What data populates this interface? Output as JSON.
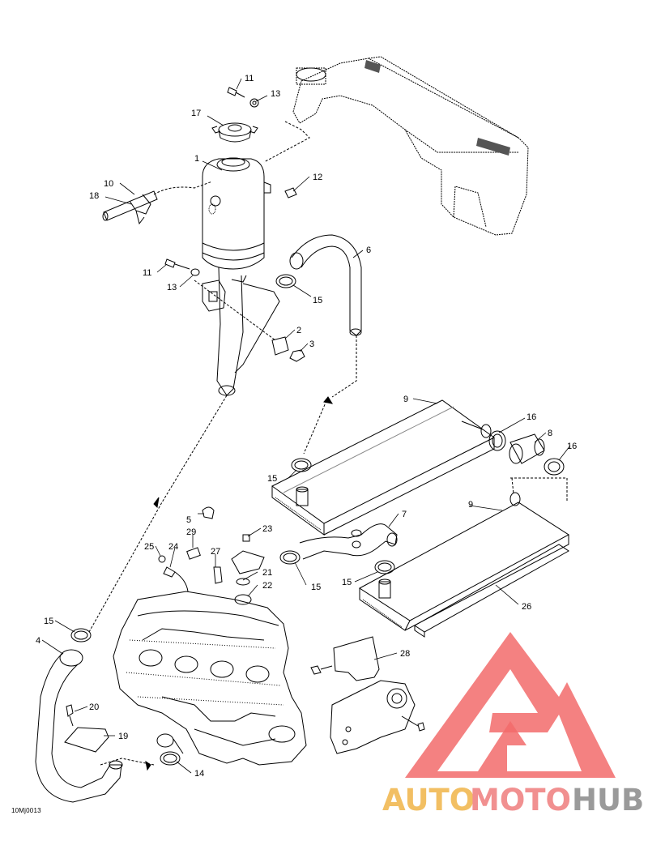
{
  "callouts": {
    "c11a": "11",
    "c13a": "13",
    "c17": "17",
    "c1": "1",
    "c12": "12",
    "c10": "10",
    "c18": "18",
    "c6": "6",
    "c11b": "11",
    "c13b": "13",
    "c15a": "15",
    "c2": "2",
    "c3": "3",
    "c9a": "9",
    "c16a": "16",
    "c8": "8",
    "c16b": "16",
    "c15b": "15",
    "c5": "5",
    "c23": "23",
    "c29": "29",
    "c25": "25",
    "c24": "24",
    "c27": "27",
    "c21": "21",
    "c22": "22",
    "c7": "7",
    "c9b": "9",
    "c15c": "15",
    "c15d": "15",
    "c26": "26",
    "c15e": "15",
    "c4": "4",
    "c28": "28",
    "c20": "20",
    "c19": "19",
    "c14": "14"
  },
  "figure_ref": "10Mj0013",
  "watermark": {
    "part1": "AUTO",
    "part2": "MOTO",
    "part3": "HUB",
    "colors": {
      "auto": "#f2bf63",
      "moto": "#f19090",
      "hub": "#9a9a9a",
      "triangle": "#f26b6b"
    }
  }
}
